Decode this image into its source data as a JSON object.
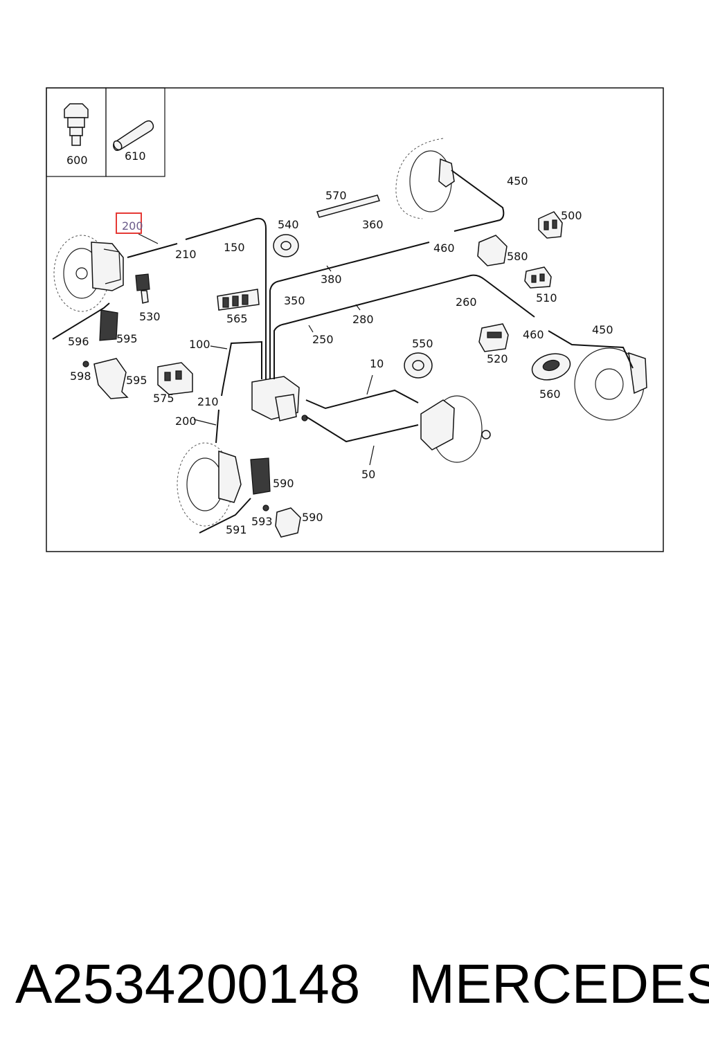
{
  "diagram": {
    "highlighted_callout": "200",
    "inset_labels": [
      "600",
      "610"
    ],
    "callouts": {
      "c570": "570",
      "c450a": "450",
      "c500": "500",
      "c540": "540",
      "c360": "360",
      "c460a": "460",
      "c580": "580",
      "c210a": "210",
      "c150": "150",
      "c380": "380",
      "c510": "510",
      "c350": "350",
      "c260": "260",
      "c530": "530",
      "c565": "565",
      "c280": "280",
      "c460b": "460",
      "c450b": "450",
      "c596": "596",
      "c595a": "595",
      "c250": "250",
      "c100": "100",
      "c550": "550",
      "c520": "520",
      "c598": "598",
      "c595b": "595",
      "c10": "10",
      "c560": "560",
      "c575": "575",
      "c210b": "210",
      "c200b": "200",
      "c590a": "590",
      "c50": "50",
      "c593": "593",
      "c590b": "590",
      "c591": "591"
    }
  },
  "footer": {
    "part_number": "A2534200148",
    "brand": "MERCEDES"
  },
  "colors": {
    "highlight": "#e53935",
    "ink": "#111111",
    "background": "#ffffff"
  }
}
